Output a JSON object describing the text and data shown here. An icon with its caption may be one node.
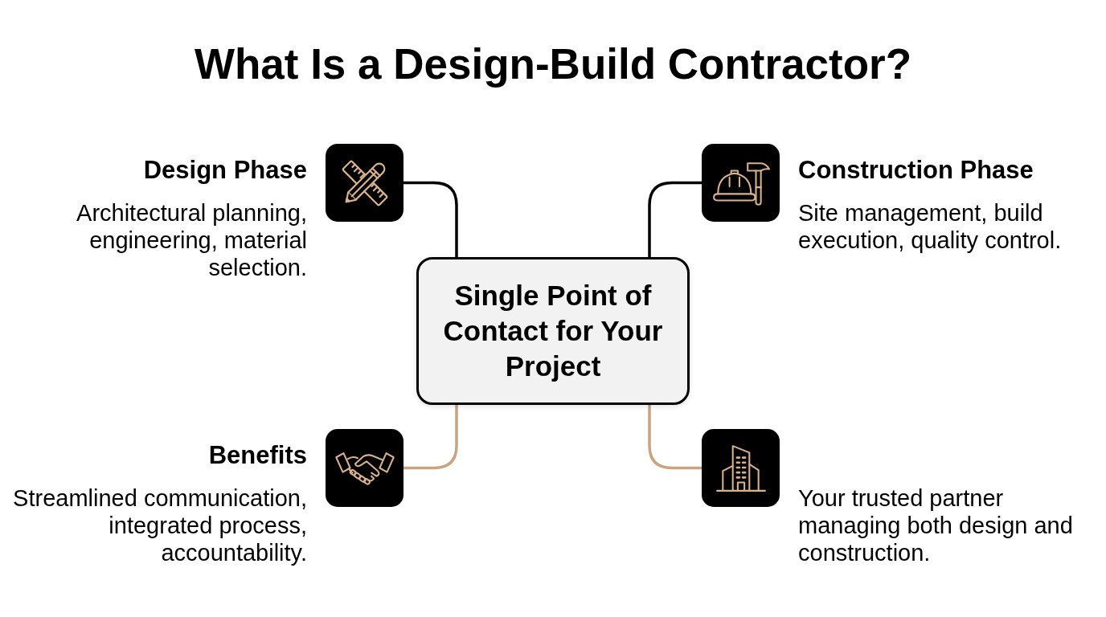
{
  "diagram": {
    "title": "What Is a Design-Build Contractor?",
    "nodes": [
      {
        "text": [
          "Single Point of Contact for Your Project"
        ]
      },
      {
        "text": [],
        "shape": "box",
        "beside": [
          "Design Phase",
          "Architectural planning, engineering, material selection."
        ]
      },
      {
        "text": [],
        "shape": "box",
        "beside": [
          "Construction Phase",
          "Site management, build execution, quality control."
        ]
      },
      {
        "text": [],
        "shape": "box",
        "beside": [
          "Benefits",
          "Streamlined communication, integrated process, accountability."
        ]
      },
      {
        "text": [],
        "shape": "box",
        "beside": [
          "Your trusted partner managing both design and construction."
        ]
      }
    ],
    "edges": [
      {
        "from": 0,
        "to": 1,
        "arrow": "none"
      },
      {
        "from": 0,
        "to": 2,
        "arrow": "none"
      },
      {
        "from": 0,
        "to": 3,
        "arrow": "none",
        "color": "#c8a482"
      },
      {
        "from": 0,
        "to": 4,
        "arrow": "none",
        "color": "#c8a482"
      }
    ]
  }
}
